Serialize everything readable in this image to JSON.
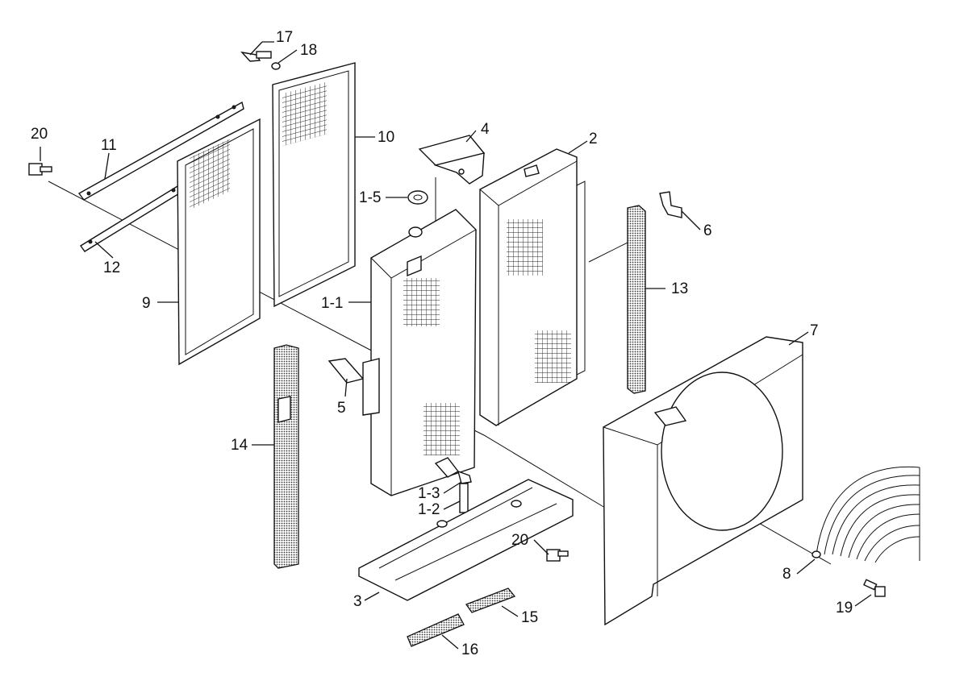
{
  "labels": {
    "p1_1": "1-1",
    "p1_2": "1-2",
    "p1_3": "1-3",
    "p1_5": "1-5",
    "p2": "2",
    "p3": "3",
    "p4": "4",
    "p5": "5",
    "p6": "6",
    "p7": "7",
    "p8": "8",
    "p9": "9",
    "p10": "10",
    "p11": "11",
    "p12": "12",
    "p13": "13",
    "p14": "14",
    "p15": "15",
    "p16": "16",
    "p17": "17",
    "p18": "18",
    "p19": "19",
    "p20a": "20",
    "p20b": "20"
  }
}
